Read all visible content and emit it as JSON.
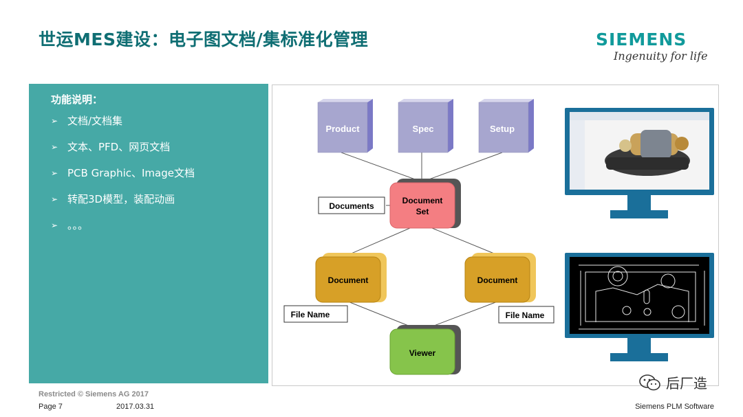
{
  "header": {
    "title": "世运MES建设：电子图文档/集标准化管理",
    "logo_brand": "SIEMENS",
    "logo_slogan": "Ingenuity for life"
  },
  "panel": {
    "heading": "功能说明：",
    "bullet_icon": "arrow-bullet-icon",
    "items": [
      "文档/文档集",
      "文本、PFD、网页文档",
      "PCB Graphic、Image文档",
      "转配3D模型，装配动画",
      "。。。"
    ]
  },
  "diagram": {
    "top_nodes": [
      "Product",
      "Spec",
      "Setup"
    ],
    "center_node_line1": "Document",
    "center_node_line2": "Set",
    "documents_label": "Documents",
    "doc_left": "Document",
    "doc_right": "Document",
    "filename_left": "File Name",
    "filename_right": "File Name",
    "viewer": "Viewer"
  },
  "colors": {
    "title": "#0f6e73",
    "panel": "#46a9a6",
    "top_node": "#a7a6cf",
    "document_set": "#f47e82",
    "document": "#d7a027",
    "viewer": "#86c44b",
    "monitor_frame": "#1a6f9a"
  },
  "footer": {
    "restricted": "Restricted © Siemens AG 2017",
    "page": "Page 7",
    "date": "2017.03.31",
    "software": "Siemens PLM Software"
  },
  "watermark": {
    "icon": "wechat-icon",
    "text": "后厂造"
  }
}
